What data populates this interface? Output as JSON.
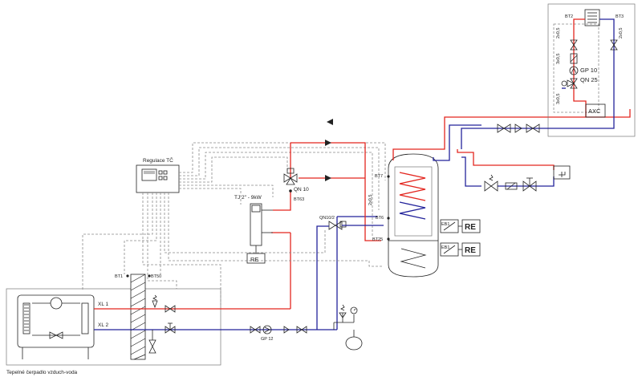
{
  "colors": {
    "supply": "#e3261f",
    "return": "#23239b",
    "signal": "#8a8a8a",
    "outline": "#222222"
  },
  "labels": {
    "controller": "Regulace TČ",
    "tj_heater": "TJ 2\" - 9kW",
    "re_bottom": "RE",
    "re_right_1": "RE",
    "re_right_2": "RE",
    "axc": "AXC",
    "qn10": "QN 10",
    "bt63": "BT63",
    "qn10_2": "QN10/2",
    "bt7": "BT7",
    "bt6": "BT6",
    "bt25": "BT25",
    "cable_tank": "2x0,5",
    "bt1": "BT1",
    "bt50": "BT50",
    "xl1": "XL 1",
    "xl2": "XL 2",
    "gp12": "GP 12",
    "heat_pump": "Tepelné čerpadlo vzduch-voda",
    "eb1_top": "EB1",
    "eb1_bottom": "EB1",
    "bt2": "BT2",
    "bt3": "BT3",
    "cable_bt2": "2x0,5",
    "cable_bt3": "2x0,5",
    "cable_gp": "3x0,5",
    "cable_qn": "3x0,5",
    "gp10": "GP 10",
    "qn25": "QN 25"
  }
}
